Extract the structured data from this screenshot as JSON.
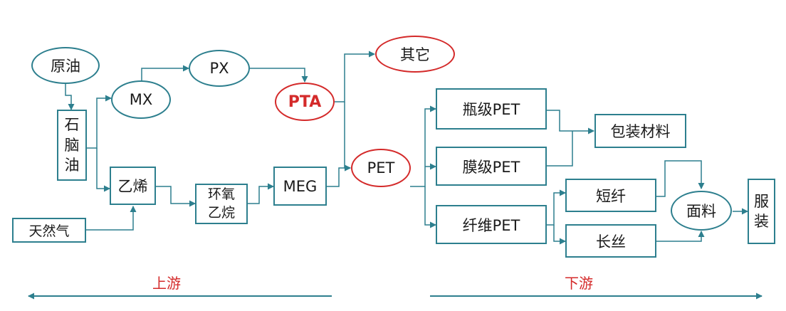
{
  "nodes": {
    "crude_oil": "原油",
    "naphtha": "石\n脑\n油",
    "natural_gas": "天然气",
    "mx": "MX",
    "px": "PX",
    "pta": "PTA",
    "other": "其它",
    "ethylene": "乙烯",
    "ethylene_oxide": "环氧\n乙烷",
    "meg": "MEG",
    "pet": "PET",
    "bottle_pet": "瓶级PET",
    "film_pet": "膜级PET",
    "fiber_pet": "纤维PET",
    "packaging": "包装材料",
    "staple_fiber": "短纤",
    "filament": "长丝",
    "fabric": "面料",
    "apparel": "服\n装"
  },
  "zones": {
    "upstream": "上游",
    "downstream": "下游"
  },
  "colors": {
    "stroke": "#2d7f8e",
    "highlight": "#d42a2a"
  }
}
